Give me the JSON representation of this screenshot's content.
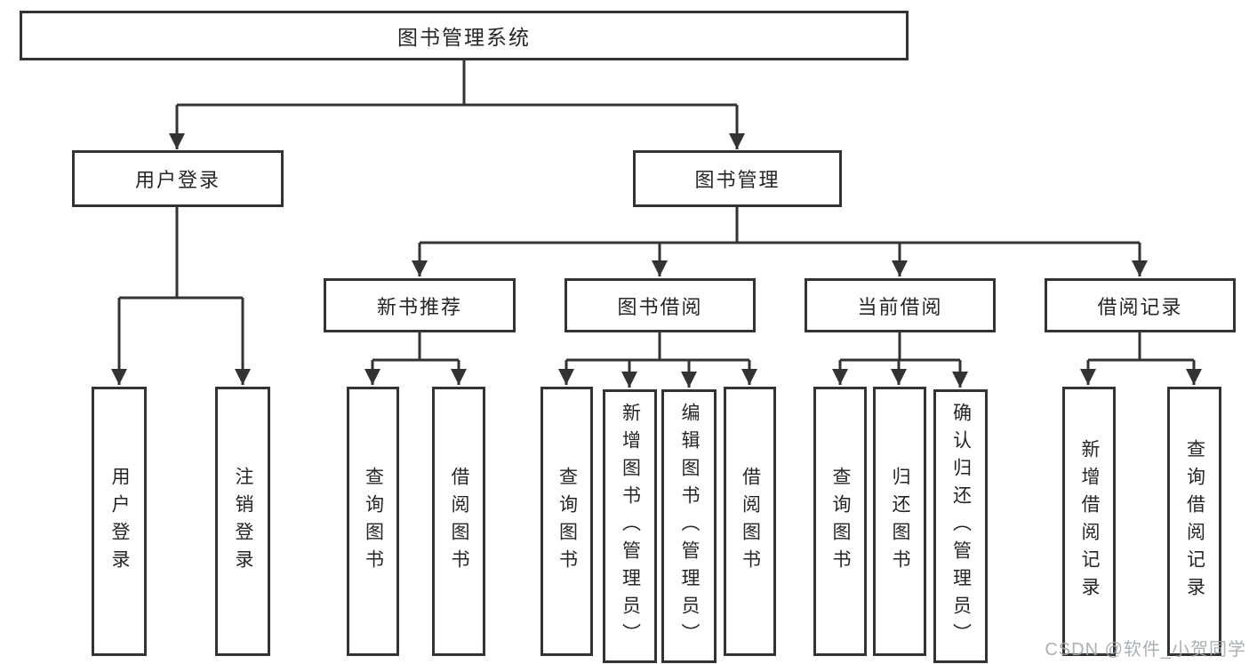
{
  "diagram": {
    "root": {
      "label": "图书管理系统"
    },
    "level2": [
      {
        "label": "用户登录"
      },
      {
        "label": "图书管理"
      }
    ],
    "level3": [
      {
        "label": "新书推荐",
        "parent": "图书管理"
      },
      {
        "label": "图书借阅",
        "parent": "图书管理"
      },
      {
        "label": "当前借阅",
        "parent": "图书管理"
      },
      {
        "label": "借阅记录",
        "parent": "图书管理"
      }
    ],
    "level4": [
      {
        "label": "用户登录",
        "parent": "用户登录"
      },
      {
        "label": "注销登录",
        "parent": "用户登录"
      },
      {
        "label": "查询图书",
        "parent": "新书推荐"
      },
      {
        "label": "借阅图书",
        "parent": "新书推荐"
      },
      {
        "label": "查询图书",
        "parent": "图书借阅"
      },
      {
        "label": "新增图书（管理员）",
        "parent": "图书借阅"
      },
      {
        "label": "编辑图书（管理员）",
        "parent": "图书借阅"
      },
      {
        "label": "借阅图书",
        "parent": "图书借阅"
      },
      {
        "label": "查询图书",
        "parent": "当前借阅"
      },
      {
        "label": "归还图书",
        "parent": "当前借阅"
      },
      {
        "label": "确认归还（管理员）",
        "parent": "当前借阅"
      },
      {
        "label": "新增借阅记录",
        "parent": "借阅记录"
      },
      {
        "label": "查询借阅记录",
        "parent": "借阅记录"
      }
    ]
  },
  "watermark": {
    "text": "CSDN @软件_小贺同学"
  },
  "colors": {
    "line": "#333333",
    "text": "#262626",
    "watermark": "#a2a7ac",
    "background": "#ffffff"
  }
}
